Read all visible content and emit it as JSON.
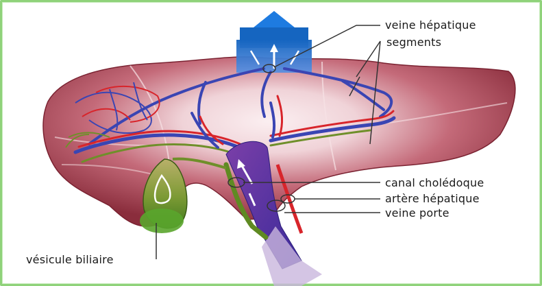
{
  "diagram": {
    "labels": {
      "veine_hepatique": "veine hépatique",
      "segments": "segments",
      "canal_choledoque": "canal cholédoque",
      "artere_hepatique": "artère hépatique",
      "veine_porte": "veine porte",
      "vesicule_biliaire": "vésicule biliaire"
    },
    "colors": {
      "liver": "#9c3b4a",
      "liver_highlight": "#f1d6d9",
      "vein": "#3a45b3",
      "artery": "#d8252b",
      "bile_duct": "#6f8f2a",
      "gallbladder": "#6aa82f",
      "vena_cava_top": "#1f6fd1",
      "border": "#8fd27a"
    }
  }
}
